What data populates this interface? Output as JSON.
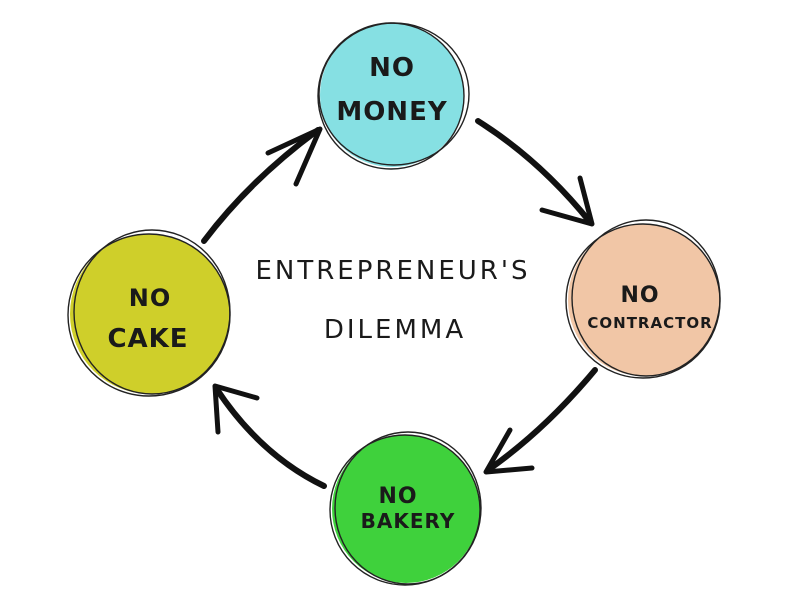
{
  "diagram": {
    "center": {
      "line1": "ENTREPRENEUR'S",
      "line2": "DILEMMA"
    },
    "nodes": {
      "money": {
        "line1": "NO",
        "line2": "MONEY",
        "color": "#86e0e3"
      },
      "contractor": {
        "line1": "NO",
        "line2": "CONTRACTOR",
        "color": "#f1c6a6"
      },
      "bakery": {
        "line1": "NO",
        "line2": "BAKERY",
        "color": "#3fd13c"
      },
      "cake": {
        "line1": "NO",
        "line2": "CAKE",
        "color": "#cfcf2a"
      }
    },
    "arrow_color": "#111111"
  }
}
